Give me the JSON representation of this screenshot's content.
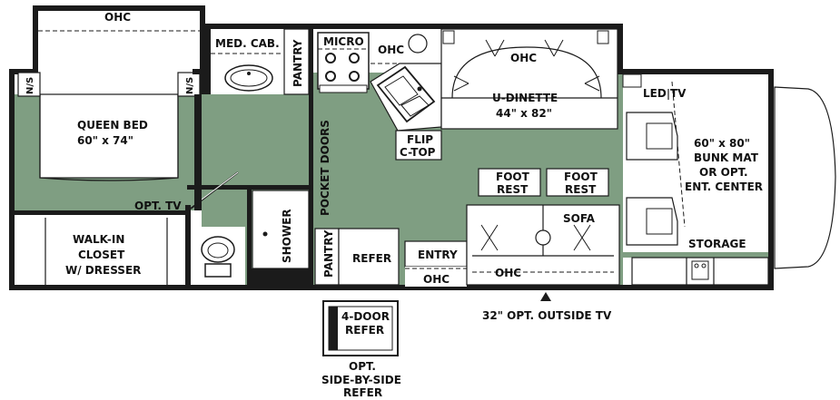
{
  "labels": {
    "ohc_bed": "OHC",
    "ns_left": "N/S",
    "ns_right": "N/S",
    "queen_bed_title": "QUEEN BED",
    "queen_bed_size": "60\" x 74\"",
    "opt_tv": "OPT. TV",
    "closet_1": "WALK-IN",
    "closet_2": "CLOSET",
    "closet_3": "W/ DRESSER",
    "med_cab": "MED. CAB.",
    "pantry_top": "PANTRY",
    "shower": "SHOWER",
    "pocket_doors": "POCKET DOORS",
    "micro": "MICRO",
    "ohc_kitchen": "OHC",
    "flip_1": "FLIP",
    "flip_2": "C-TOP",
    "ohc_dinette": "OHC",
    "dinette_title": "U-DINETTE",
    "dinette_size": "44\" x 82\"",
    "pantry_bottom": "PANTRY",
    "refer": "REFER",
    "entry": "ENTRY",
    "ohc_entry": "OHC",
    "foot_rest_1a": "FOOT",
    "foot_rest_1b": "REST",
    "foot_rest_2a": "FOOT",
    "foot_rest_2b": "REST",
    "sofa": "SOFA",
    "ohc_sofa": "OHC",
    "led_tv": "LED TV",
    "bunk_1": "60\" x 80\"",
    "bunk_2": "BUNK MAT",
    "bunk_3": "OR OPT.",
    "bunk_4": "ENT. CENTER",
    "storage": "STORAGE",
    "outside_tv": "32\" OPT. OUTSIDE TV",
    "four_door_1": "4-DOOR",
    "four_door_2": "REFER",
    "opt_refer_1": "OPT.",
    "opt_refer_2": "SIDE-BY-SIDE",
    "opt_refer_3": "REFER"
  },
  "colors": {
    "floor": "#7f9e82",
    "wall": "#1b1b1b",
    "fixture": "#ffffff"
  }
}
